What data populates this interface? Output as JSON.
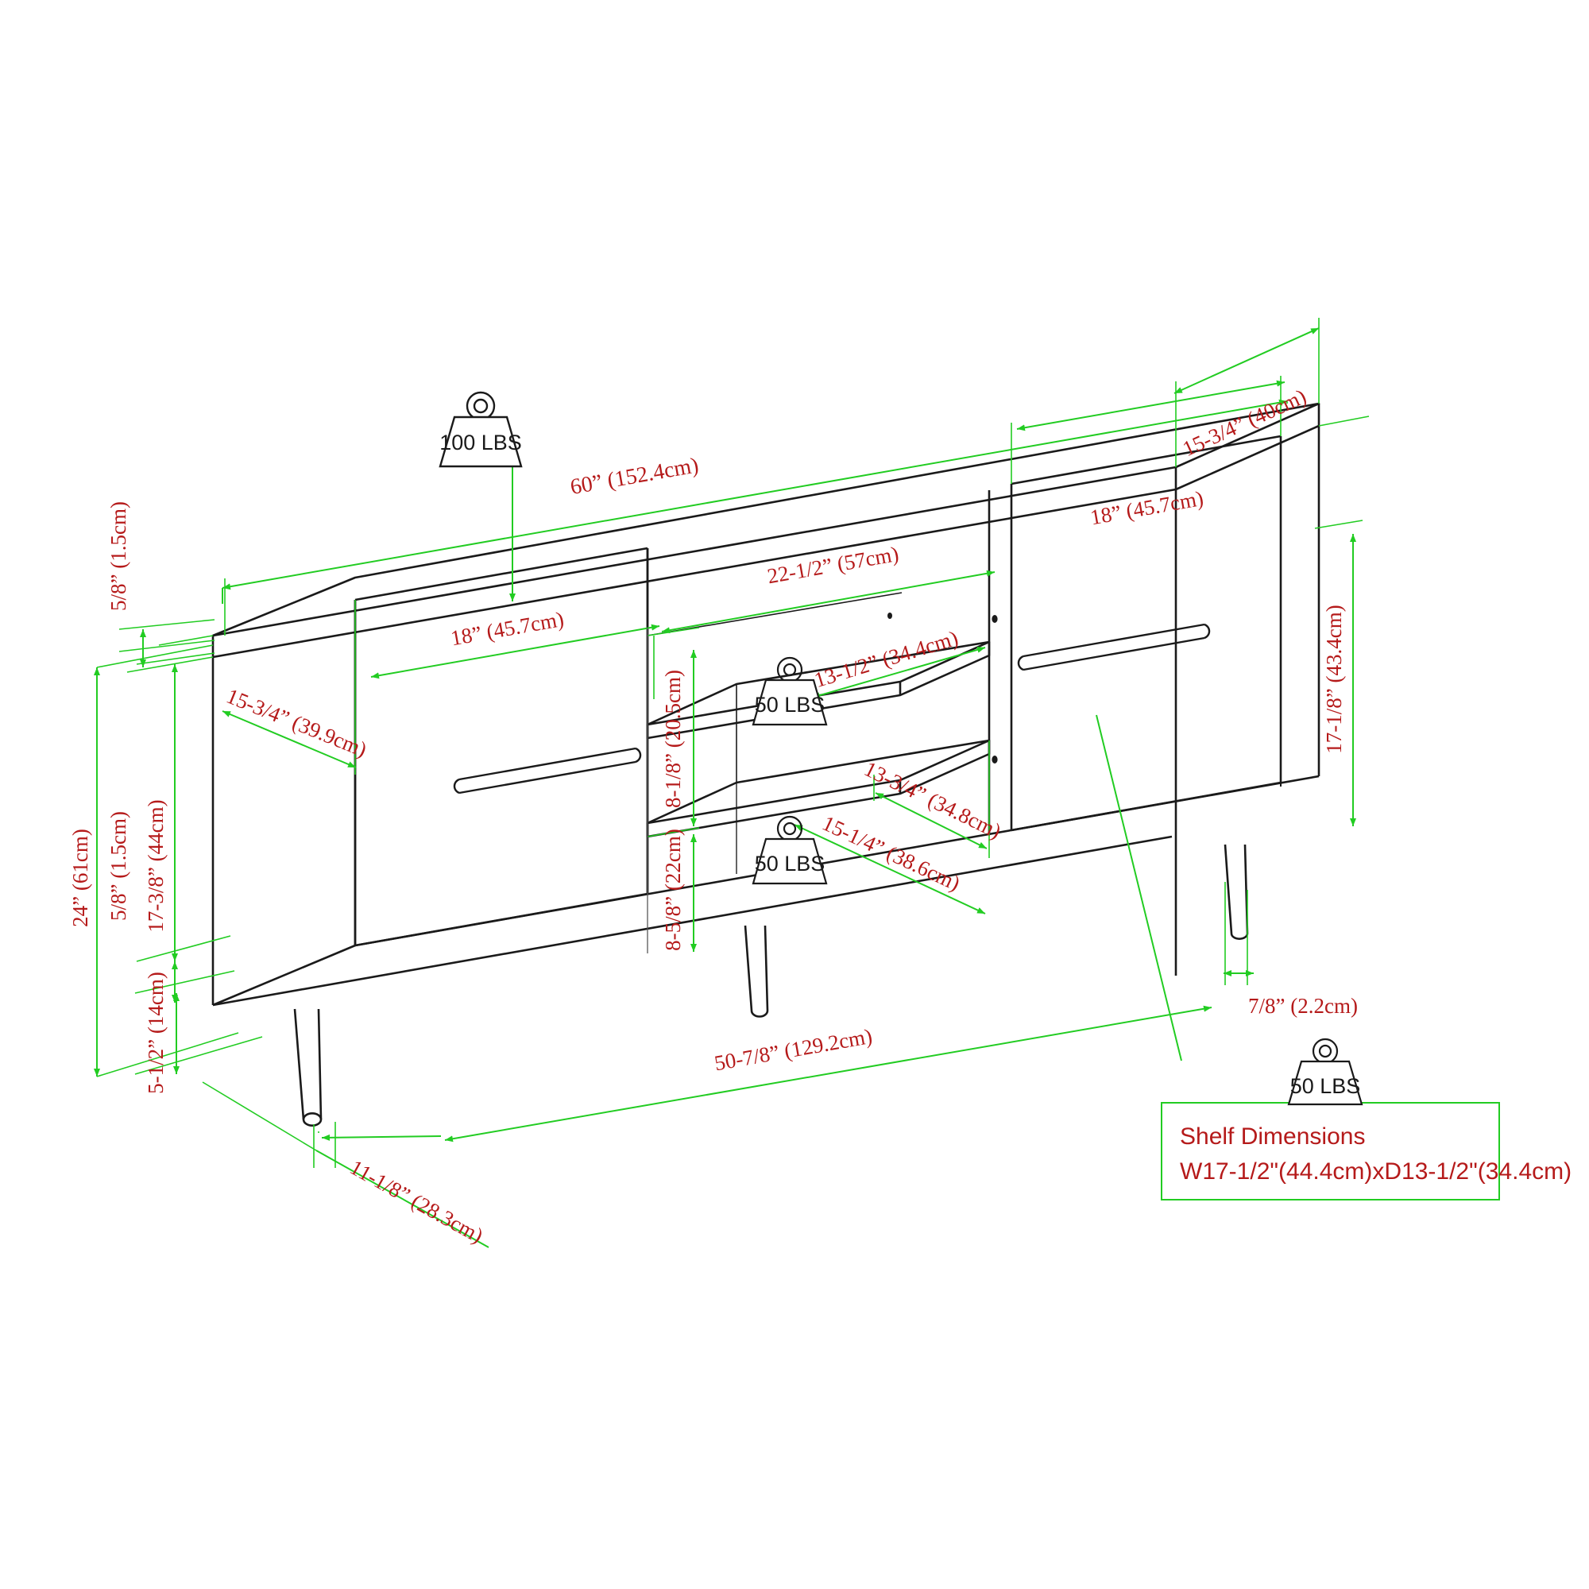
{
  "drawing": {
    "title": "TV Stand Dimension Diagram",
    "colors": {
      "outline": "#1a1a1a",
      "dimension_line": "#22cc22",
      "dimension_text": "#b51a1a",
      "weight_text": "#1a1a1a",
      "background": "#ffffff"
    }
  },
  "weight_labels": [
    {
      "id": "top-surface-load",
      "value": "100 LBS"
    },
    {
      "id": "upper-shelf-load",
      "value": "50 LBS"
    },
    {
      "id": "lower-shelf-load",
      "value": "50 LBS"
    },
    {
      "id": "callout-shelf-load",
      "value": "50 LBS"
    }
  ],
  "dimensions": {
    "overall_width": "60” (152.4cm)",
    "overall_height": "24” (61cm)",
    "overall_depth": "15-3/4” (40cm)",
    "top_thickness": "5/8” (1.5cm)",
    "bottom_thickness": "5/8” (1.5cm)",
    "cabinet_body_height": "17-3/8” (44cm)",
    "leg_height": "5-1/2” (14cm)",
    "left_door_width": "18” (45.7cm)",
    "right_door_width": "18” (45.7cm)",
    "center_opening_width": "22-1/2” (57cm)",
    "side_panel_depth": "15-3/4” (39.9cm)",
    "upper_opening_height": "8-1/8” (20.5cm)",
    "lower_opening_height": "8-5/8” (22cm)",
    "upper_shelf_depth": "13-1/2” (34.4cm)",
    "lower_shelf_depth": "13-3/4” (34.8cm)",
    "lower_shelf_width": "15-1/4” (38.6cm)",
    "interior_side_height": "17-1/8” (43.4cm)",
    "leg_diameter": "7/8” (2.2cm)",
    "leg_span_width": "50-7/8” (129.2cm)",
    "leg_inset_depth": "11-1/8” (28.3cm)"
  },
  "callout": {
    "line1": "Shelf Dimensions",
    "line2": "W17-1/2\"(44.4cm)xD13-1/2\"(34.4cm)"
  }
}
